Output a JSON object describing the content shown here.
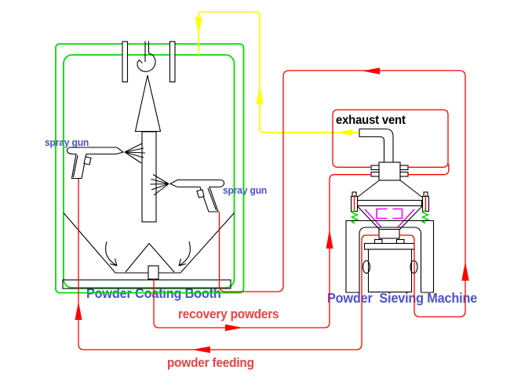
{
  "labels": {
    "spray_gun_left": "spray gun",
    "spray_gun_right": "spray gun",
    "exhaust_vent": "exhaust vent",
    "coating_booth": "Powder Coating Booth",
    "recovery_powders": "recovery powders",
    "sieving_machine": "Powder  Sieving Machine",
    "powder_feeding": "powder feeding"
  },
  "colors": {
    "background": "#ffffff",
    "booth_green": "#00dd00",
    "line_red": "#ff0000",
    "text_red": "#e84343",
    "air_yellow": "#ffff00",
    "sieve_magenta": "#ff00ff",
    "text_blue": "#4b52ca",
    "ink_black": "#000000"
  },
  "flows": [
    {
      "name": "exhaust air",
      "color": "#ffff00",
      "arrows": [
        "left into vent line",
        "up riser",
        "down into booth"
      ]
    },
    {
      "name": "recovery powders",
      "color": "#ff0000",
      "arrows": [
        "right along bottom",
        "up into sieve inlet"
      ]
    },
    {
      "name": "powder feeding",
      "color": "#ff0000",
      "arrows": [
        "left along bottom",
        "up to spray gun",
        "up right riser",
        "left along top"
      ]
    }
  ]
}
